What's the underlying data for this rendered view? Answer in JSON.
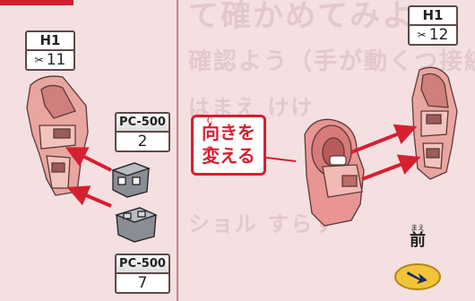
{
  "colors": {
    "accent_red": "#d52030",
    "part_pink": "#e89a98",
    "button_yellow": "#f2c43a"
  },
  "tag_left": {
    "label": "H1",
    "number": "11",
    "icon": "hand-plane-icon"
  },
  "tag_right": {
    "label": "H1",
    "number": "12",
    "icon": "hand-plane-icon"
  },
  "parts": [
    {
      "label": "PC-500",
      "number": "2"
    },
    {
      "label": "PC-500",
      "number": "7"
    }
  ],
  "callout": {
    "line1": "向きを",
    "line2": "変える",
    "ruby1": "む",
    "ruby2": "か"
  },
  "front": {
    "ruby": "まえ",
    "kanji": "前",
    "icon": "arrow-down-right-icon"
  }
}
